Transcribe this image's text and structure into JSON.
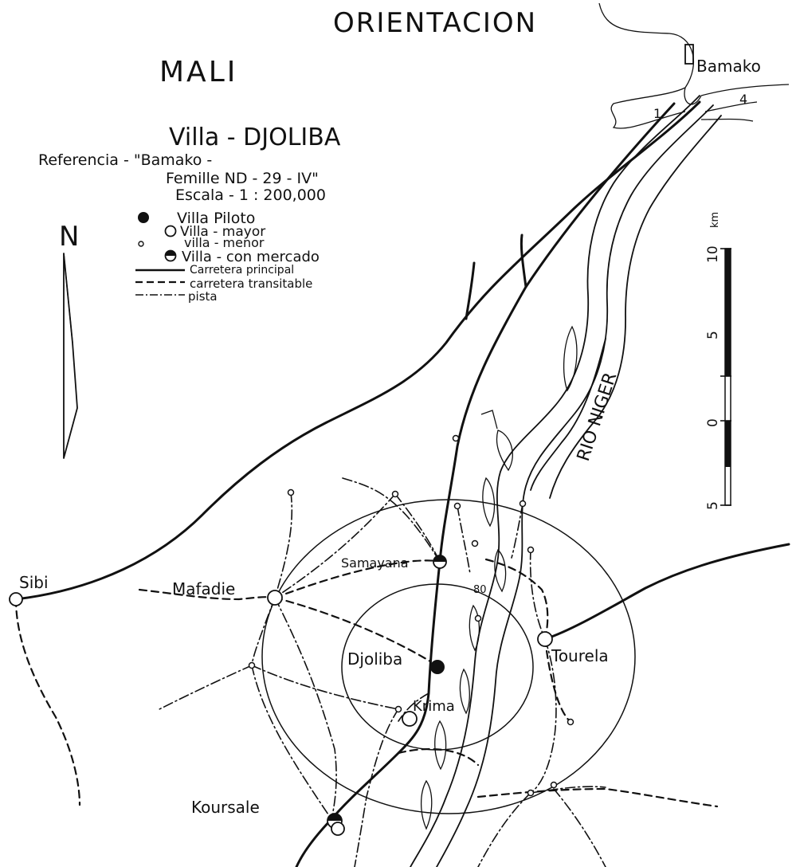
{
  "map": {
    "header": "ORIENTACION",
    "country": "MALI",
    "title": "Villa - DJOLIBA",
    "reference": {
      "line1": "Referencia - \"Bamako -",
      "line2": "Femille   ND - 29 - IV\"",
      "line3": "Escala - 1 : 200,000"
    },
    "legend": [
      {
        "symbol": "filled-dot",
        "label": "Villa Piloto"
      },
      {
        "symbol": "large-circle",
        "label": "Villa - mayor"
      },
      {
        "symbol": "small-circle",
        "label": "villa - menor"
      },
      {
        "symbol": "half-filled-circle",
        "label": "Villa - con mercado"
      },
      {
        "symbol": "solid-line",
        "label": "Carretera principal"
      },
      {
        "symbol": "dashed-line",
        "label": "carretera transitable"
      },
      {
        "symbol": "dash-dot-line",
        "label": "pista"
      }
    ],
    "north": "N",
    "scale_bar": {
      "unit": "km",
      "ticks": [
        "10",
        "5",
        "0",
        "5"
      ]
    },
    "river_label": "RIO NIGER",
    "places": {
      "bamako": "Bamako",
      "sibi": "Sibi",
      "mafadie": "Mafadie",
      "samayana": "Samayana",
      "djoliba": "Djoliba",
      "tourela": "Tourela",
      "krima": "Krima",
      "koursale": "Koursale"
    },
    "marks": {
      "bamako_number_1": "1",
      "bamako_number_4": "4",
      "river_depth": "80"
    }
  }
}
